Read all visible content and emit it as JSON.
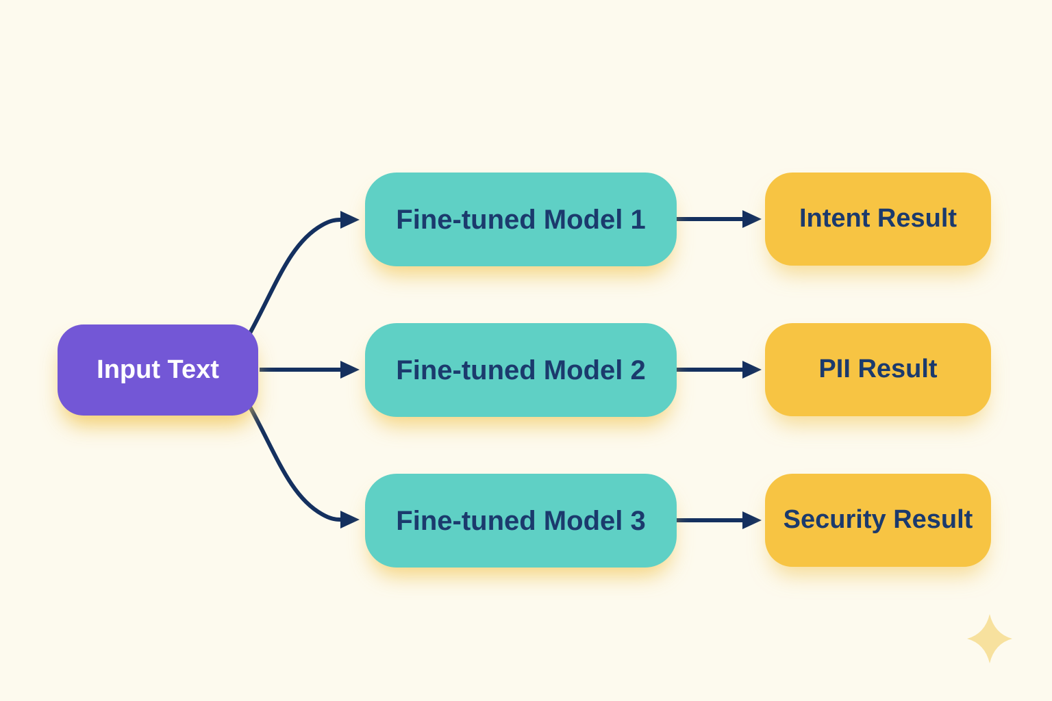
{
  "diagram_type": "flow-diagram",
  "colors": {
    "background": "#FDFAEE",
    "arrow": "#14305F",
    "input_node_bg": "#7357D6",
    "model_node_bg": "#5FD0C5",
    "result_node_bg": "#F7C443",
    "dark_text": "#1B3A6D",
    "light_text": "#FFFFFF",
    "glow": "#F1C85C",
    "sparkle": "#F7E19E"
  },
  "nodes": {
    "input": {
      "label": "Input Text"
    },
    "models": [
      {
        "label": "Fine-tuned Model 1"
      },
      {
        "label": "Fine-tuned Model 2"
      },
      {
        "label": "Fine-tuned Model 3"
      }
    ],
    "results": [
      {
        "label": "Intent Result"
      },
      {
        "label": "PII Result"
      },
      {
        "label": "Security Result"
      }
    ]
  },
  "edges": [
    {
      "from": "input-text",
      "to": "fine-tuned-model-1",
      "style": "curved-up"
    },
    {
      "from": "input-text",
      "to": "fine-tuned-model-2",
      "style": "straight"
    },
    {
      "from": "input-text",
      "to": "fine-tuned-model-3",
      "style": "curved-down"
    },
    {
      "from": "fine-tuned-model-1",
      "to": "intent-result",
      "style": "straight"
    },
    {
      "from": "fine-tuned-model-2",
      "to": "pii-result",
      "style": "straight"
    },
    {
      "from": "fine-tuned-model-3",
      "to": "security-result",
      "style": "straight"
    }
  ],
  "icons": {
    "sparkle": "four-point-sparkle"
  }
}
